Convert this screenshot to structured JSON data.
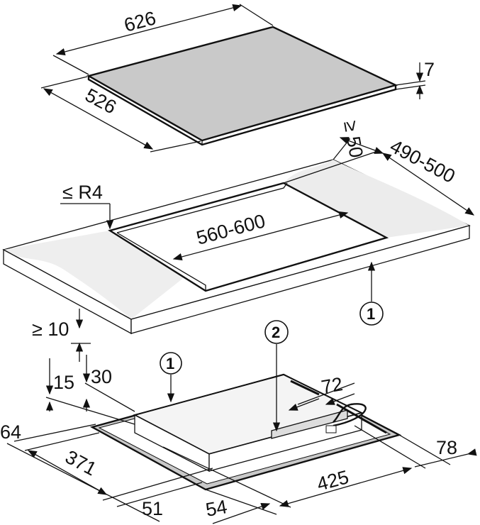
{
  "diagram": {
    "hob_top": {
      "width": "626",
      "depth": "526",
      "thickness": "7"
    },
    "countertop": {
      "corner_radius": "≤ R4",
      "rear_clearance": "≥ 50",
      "cutout_depth": "490-500",
      "cutout_width": "560-600",
      "front_clearance": "≥ 10",
      "callout": "1"
    },
    "hob_underside": {
      "callout_1": "1",
      "callout_2": "2",
      "dim_15": "15",
      "dim_30": "30",
      "dim_72": "72",
      "dim_64": "64",
      "dim_371": "371",
      "dim_78": "78",
      "dim_425": "425",
      "dim_51": "51",
      "dim_54": "54"
    }
  }
}
